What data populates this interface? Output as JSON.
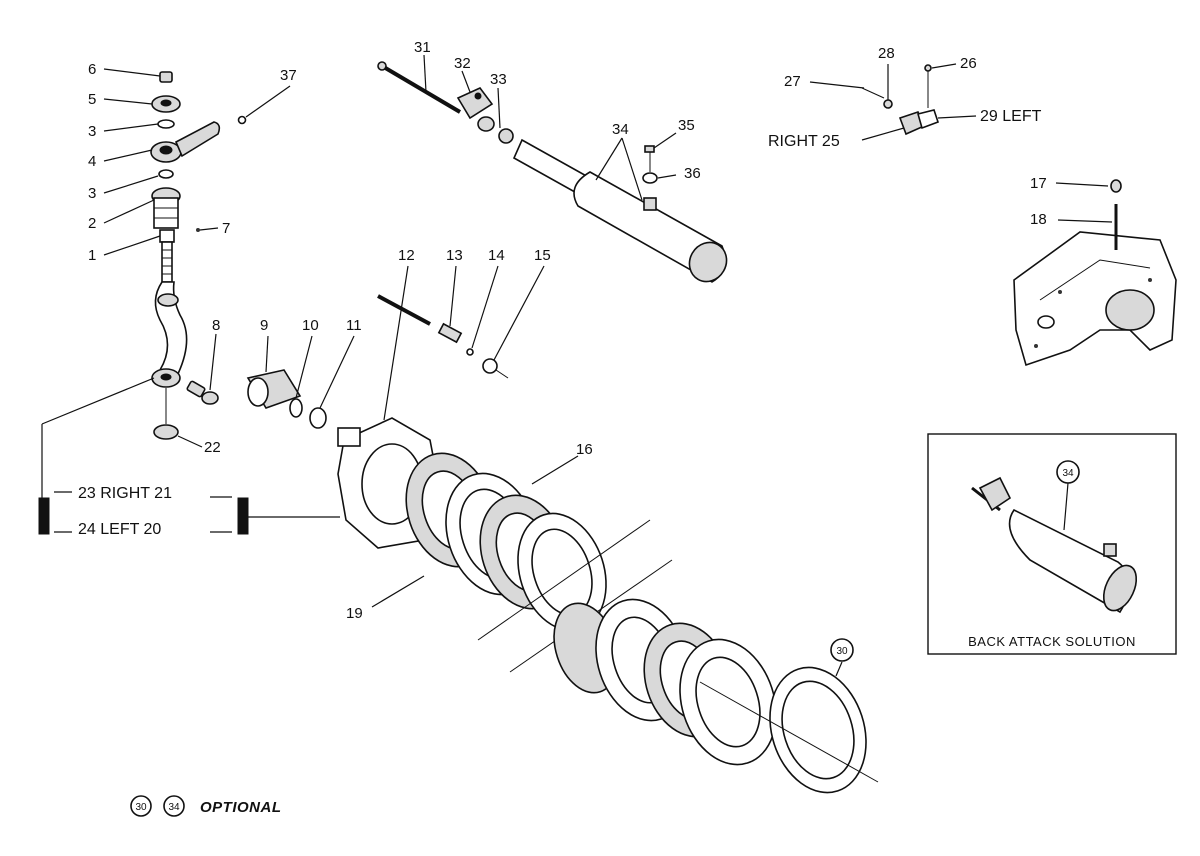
{
  "labels": {
    "n1": "1",
    "n2": "2",
    "n3a": "3",
    "n3b": "3",
    "n4": "4",
    "n5": "5",
    "n6": "6",
    "n7": "7",
    "n8": "8",
    "n9": "9",
    "n10": "10",
    "n11": "11",
    "n12": "12",
    "n13": "13",
    "n14": "14",
    "n15": "15",
    "n16": "16",
    "n17": "17",
    "n18": "18",
    "n19": "19",
    "n22": "22",
    "n26": "26",
    "n27": "27",
    "n28": "28",
    "n31": "31",
    "n32": "32",
    "n33": "33",
    "n34": "34",
    "n35": "35",
    "n36": "36",
    "n37": "37",
    "right25": "RIGHT 25",
    "left29": "29 LEFT",
    "right23": "23  RIGHT  21",
    "left24": "24  LEFT    20"
  },
  "inset": {
    "callout": "34",
    "caption": "BACK ATTACK SOLUTION"
  },
  "legend": {
    "badge_a": "30",
    "badge_b": "34",
    "text": "OPTIONAL"
  },
  "callout30": "30"
}
